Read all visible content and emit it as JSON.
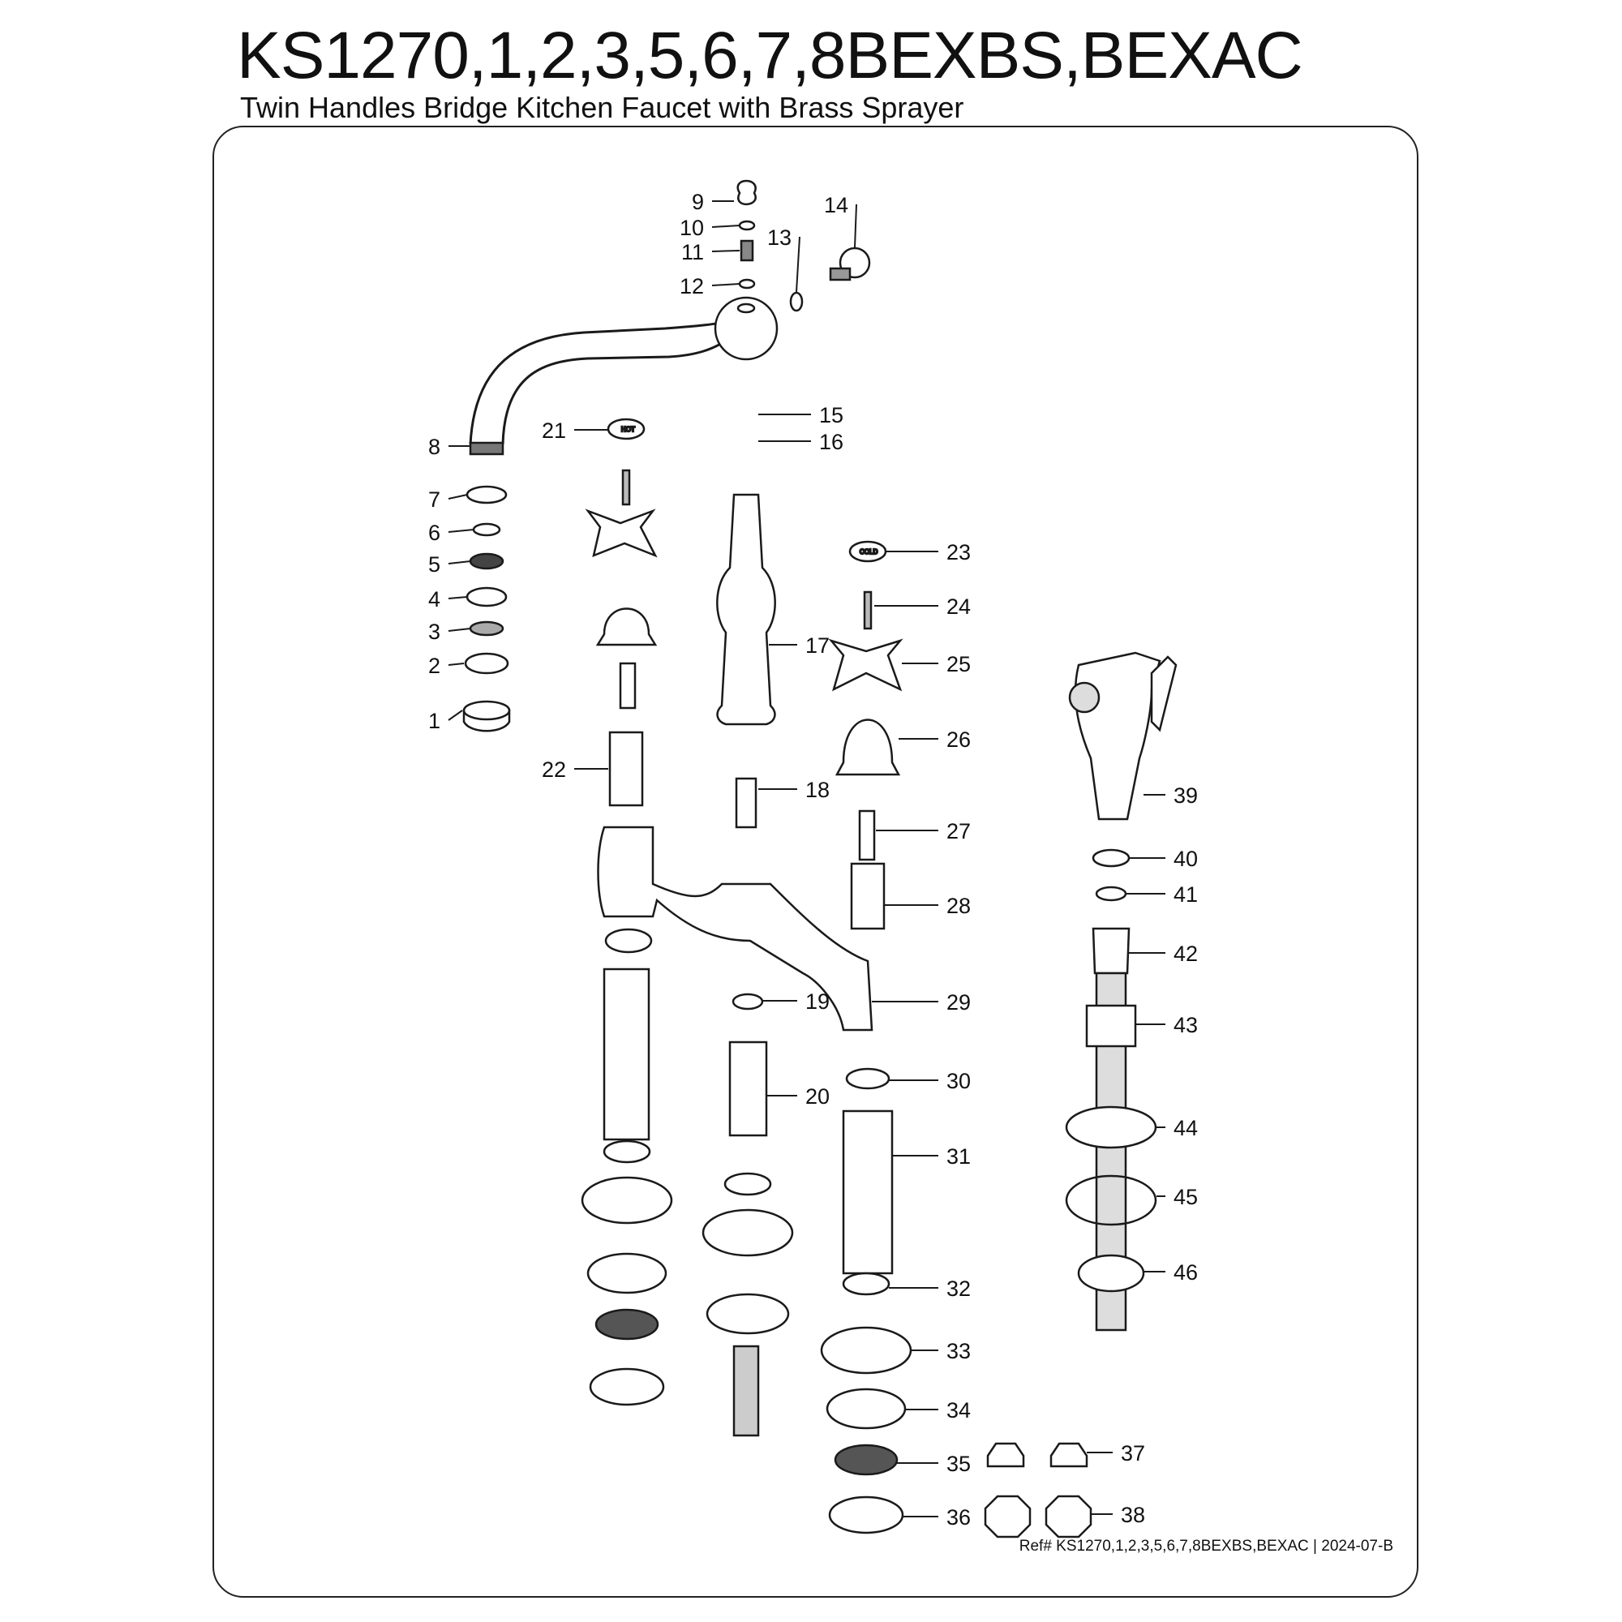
{
  "title": "KS1270,1,2,3,5,6,7,8BEXBS,BEXAC",
  "subtitle": "Twin Handles Bridge Kitchen Faucet with Brass Sprayer",
  "reference": "Ref# KS1270,1,2,3,5,6,7,8BEXBS,BEXAC | 2024-07-B",
  "caps": {
    "hot": "HOT",
    "cold": "COLD"
  },
  "part_numbers": [
    "1",
    "2",
    "3",
    "4",
    "5",
    "6",
    "7",
    "8",
    "9",
    "10",
    "11",
    "12",
    "13",
    "14",
    "15",
    "16",
    "17",
    "18",
    "19",
    "20",
    "21",
    "22",
    "23",
    "24",
    "25",
    "26",
    "27",
    "28",
    "29",
    "30",
    "31",
    "32",
    "33",
    "34",
    "35",
    "36",
    "37",
    "38",
    "39",
    "40",
    "41",
    "42",
    "43",
    "44",
    "45",
    "46"
  ]
}
